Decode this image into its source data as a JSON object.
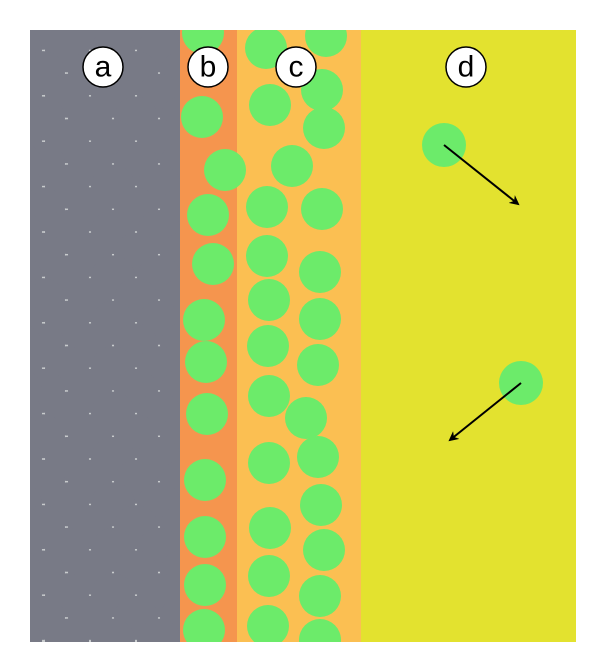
{
  "colors": {
    "background": "#ffffff",
    "zone_a_bg": "#c8cbcd",
    "zone_a_particle": "#787a86",
    "zone_b_bg": "#f5954e",
    "zone_c_bg": "#fbbf52",
    "zone_d_bg": "#e3e22f",
    "mobile_particle": "#6ceb6a",
    "label_fill": "#ffffff",
    "label_stroke": "#000000",
    "arrow": "#000000"
  },
  "zones": [
    {
      "id": "a",
      "label": "a"
    },
    {
      "id": "b",
      "label": "b"
    },
    {
      "id": "c",
      "label": "c"
    },
    {
      "id": "d",
      "label": "d"
    }
  ]
}
